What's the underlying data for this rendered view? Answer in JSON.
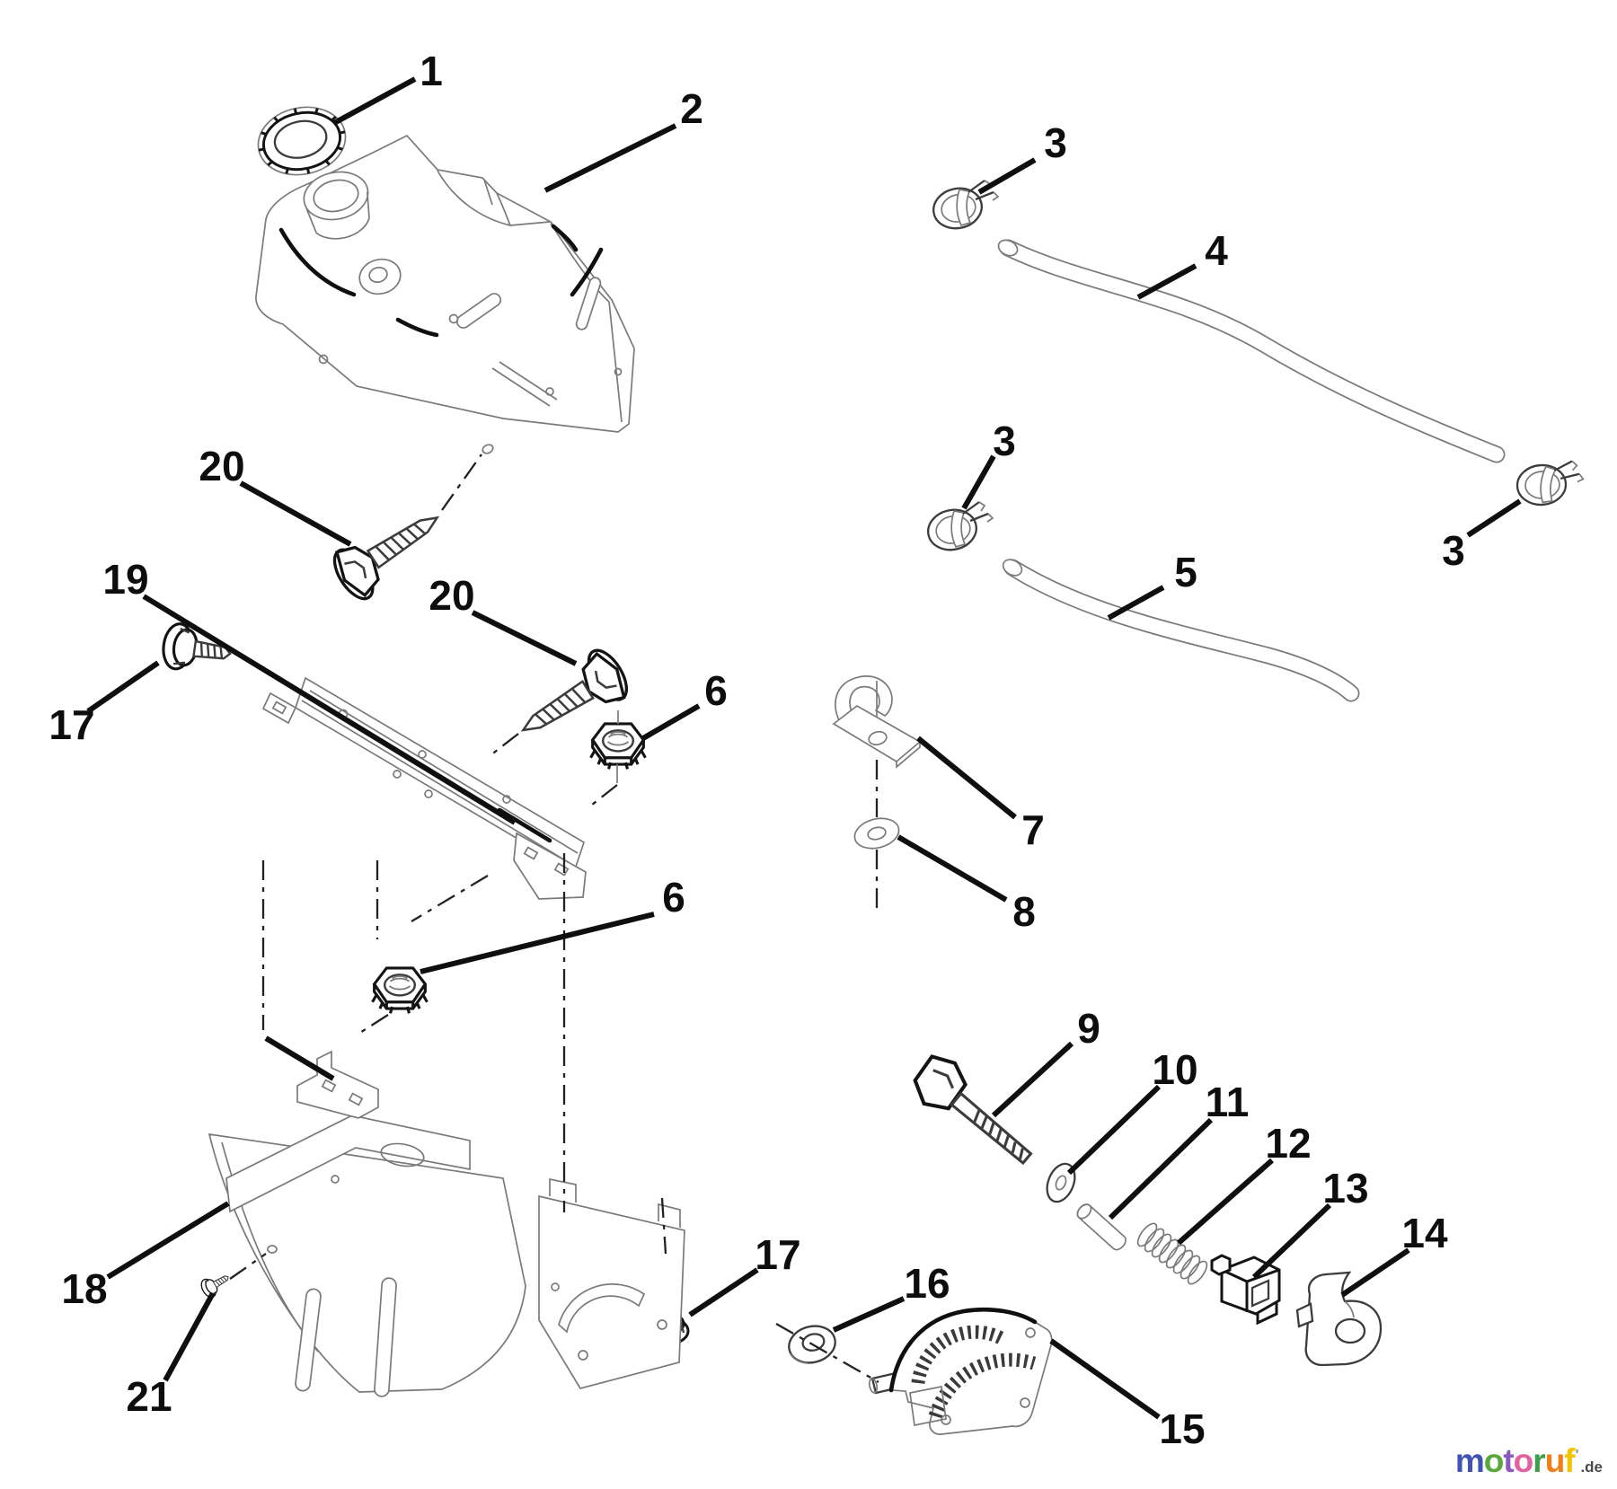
{
  "diagram": {
    "background": "#ffffff",
    "line_color": "#7a7a7a",
    "accent_color": "#0f0f0f"
  },
  "callouts": [
    {
      "label": "1",
      "part": "fuel-cap"
    },
    {
      "label": "2",
      "part": "fuel-tank"
    },
    {
      "label": "3",
      "part": "hose-clamp-upper"
    },
    {
      "label": "4",
      "part": "fuel-line-long"
    },
    {
      "label": "3",
      "part": "hose-clamp-middle"
    },
    {
      "label": "5",
      "part": "fuel-line-short"
    },
    {
      "label": "3",
      "part": "hose-clamp-right"
    },
    {
      "label": "20",
      "part": "lag-screw-upper"
    },
    {
      "label": "19",
      "part": "bracket-screw"
    },
    {
      "label": "17",
      "part": "screw-left"
    },
    {
      "label": "20",
      "part": "lag-screw-lower"
    },
    {
      "label": "6",
      "part": "lock-nut-upper"
    },
    {
      "label": "7",
      "part": "cable-clamp"
    },
    {
      "label": "8",
      "part": "flat-washer"
    },
    {
      "label": "6",
      "part": "lock-nut-lower"
    },
    {
      "label": "9",
      "part": "hex-bolt"
    },
    {
      "label": "10",
      "part": "washer"
    },
    {
      "label": "11",
      "part": "pin"
    },
    {
      "label": "12",
      "part": "spring"
    },
    {
      "label": "13",
      "part": "interlock-switch"
    },
    {
      "label": "14",
      "part": "switch-keeper"
    },
    {
      "label": "18",
      "part": "dash-panel"
    },
    {
      "label": "21",
      "part": "screw-small"
    },
    {
      "label": "17",
      "part": "screw-right"
    },
    {
      "label": "16",
      "part": "shoulder-washer"
    },
    {
      "label": "15",
      "part": "throttle-plate"
    }
  ],
  "watermark": {
    "text": "motoruf.de",
    "letters": [
      {
        "ch": "m",
        "color": "#4053b4"
      },
      {
        "ch": "o",
        "color": "#58a83c"
      },
      {
        "ch": "t",
        "color": "#8a5bbf"
      },
      {
        "ch": "o",
        "color": "#e2619f"
      },
      {
        "ch": "r",
        "color": "#3f9e49"
      },
      {
        "ch": "u",
        "color": "#ef7f1a"
      },
      {
        "ch": "f",
        "color": "#f2c500"
      },
      {
        "ch": "'",
        "color": "#8b8b8b",
        "cls": "wm-tick"
      },
      {
        "ch": ".de",
        "color": "#4a4a4a",
        "cls": "wm-small"
      }
    ]
  }
}
